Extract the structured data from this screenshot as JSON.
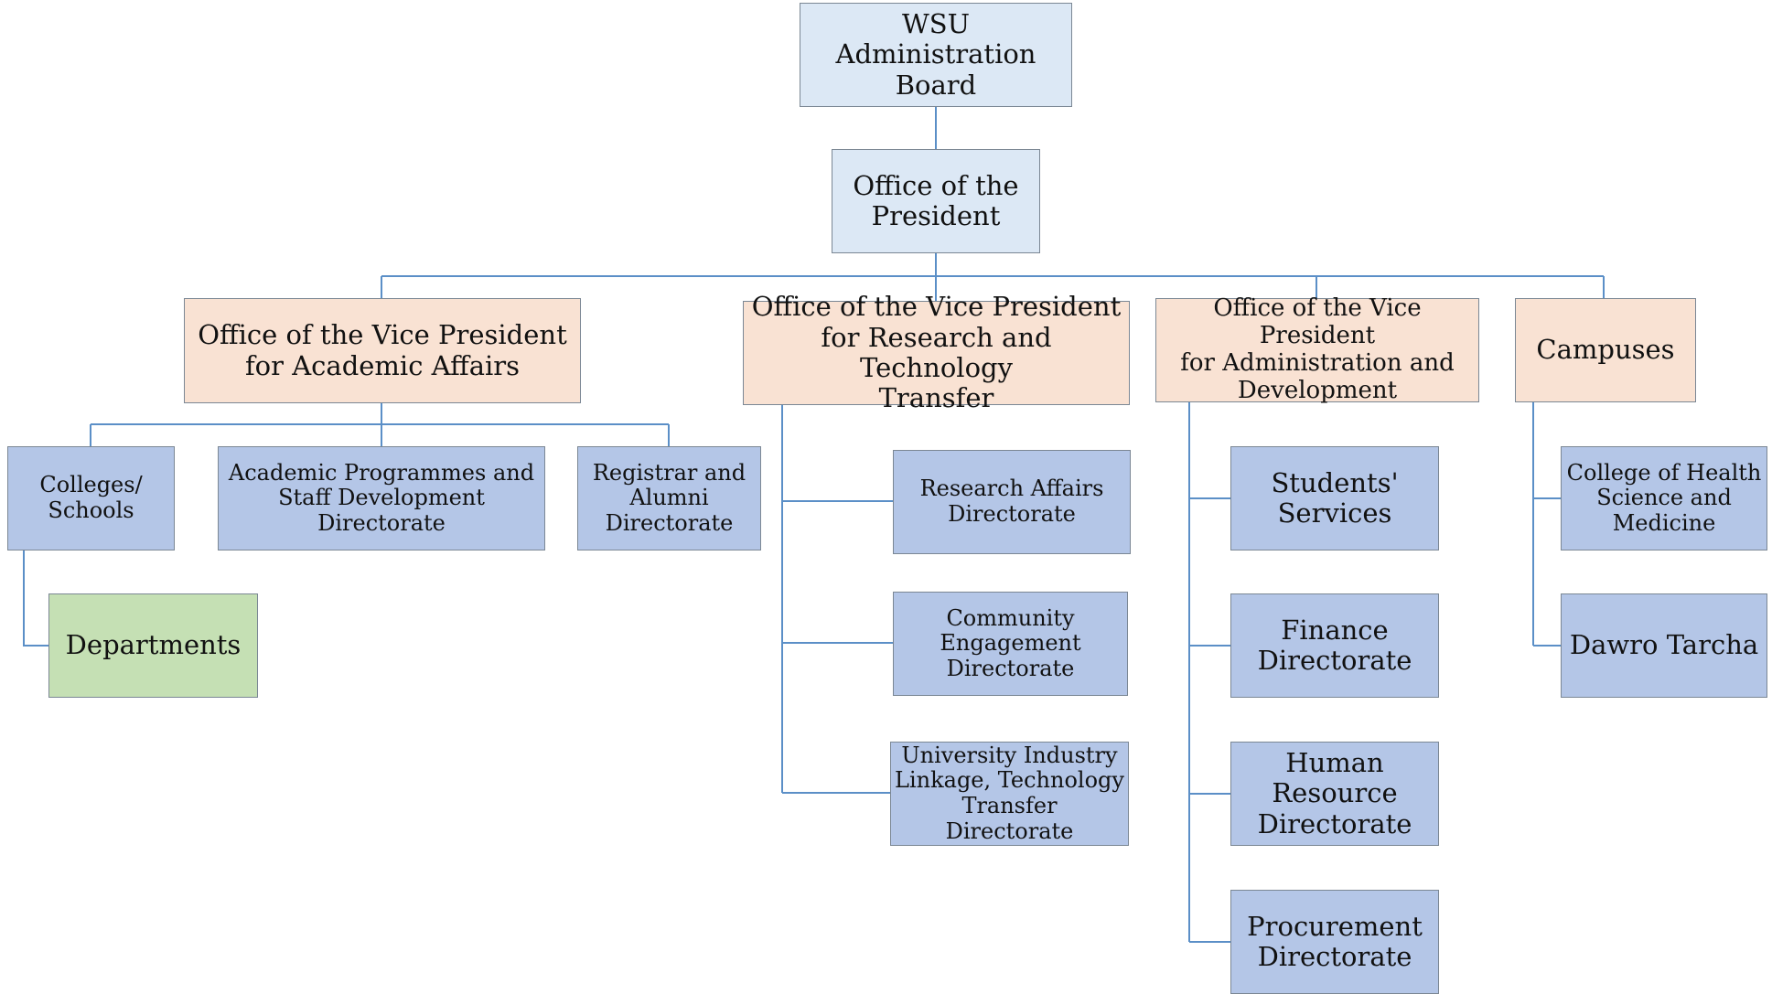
{
  "diagram": {
    "line_color": "#5b8fc7",
    "colors": {
      "top": "#dce8f5",
      "vice_president": "#f9e2d3",
      "unit": "#b4c6e7",
      "department": "#c5e0b4"
    },
    "nodes": {
      "board": "WSU Administration\nBoard",
      "president": "Office of the\nPresident",
      "vp_academic": "Office of the Vice President\nfor Academic Affairs",
      "vp_research": "Office of the Vice President\nfor Research and Technology\nTransfer",
      "vp_admin": "Office of the Vice President\nfor Administration and\nDevelopment",
      "campuses": "Campuses",
      "colleges": "Colleges/\nSchools",
      "academic_programmes": "Academic Programmes and\nStaff Development\nDirectorate",
      "registrar": "Registrar and\nAlumni\nDirectorate",
      "departments": "Departments",
      "research_affairs": "Research Affairs\nDirectorate",
      "community": "Community\nEngagement\nDirectorate",
      "industry_linkage": "University Industry\nLinkage, Technology\nTransfer Directorate",
      "students": "Students'\nServices",
      "finance": "Finance\nDirectorate",
      "hr": "Human\nResource\nDirectorate",
      "procurement": "Procurement\nDirectorate",
      "college_health": "College of Health\nScience and\nMedicine",
      "dawro": "Dawro Tarcha"
    }
  }
}
